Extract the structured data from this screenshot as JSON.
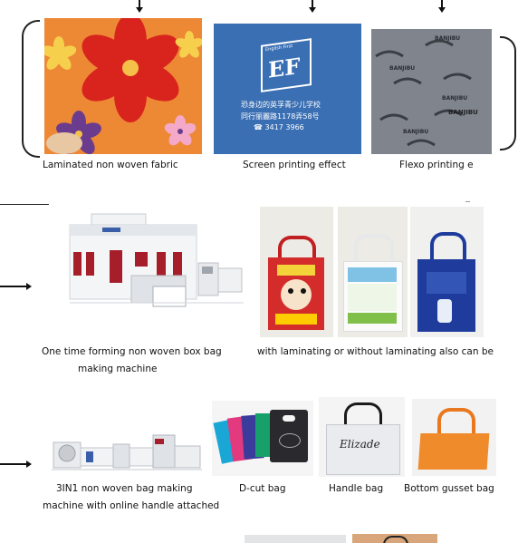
{
  "captions": {
    "laminated": "Laminated non woven fabric",
    "screen": "Screen printing effect",
    "flexo": "Flexo printing e",
    "box_machine_line1": "One time forming non woven box bag",
    "box_machine_line2": "making machine",
    "laminating": "with laminating or without laminating also can be",
    "threein1_line1": "3IN1 non woven bag making",
    "threein1_line2": "machine with online handle attached",
    "dcut": "D-cut bag",
    "handle_bag": "Handle bag",
    "gusset": "Bottom gusset bag"
  },
  "print_texts": {
    "screen_logo": "EF",
    "screen_logo_small": "English First",
    "screen_cn_line1": "恐身边的英孚青少儿学校",
    "screen_cn_line2": "同行丽麗路1178弄58号",
    "screen_phone": "☎ 3417 3966",
    "flexo_brand": "BANJIBU",
    "handle_bag_brand": "Elizade"
  },
  "colors": {
    "screen_bag": "#3a6fb3",
    "flexo_bg": "#7b7f88",
    "red_bag": "#d42b2b",
    "blue_bag": "#1f3c9c",
    "orange_bag": "#f08b2c"
  }
}
